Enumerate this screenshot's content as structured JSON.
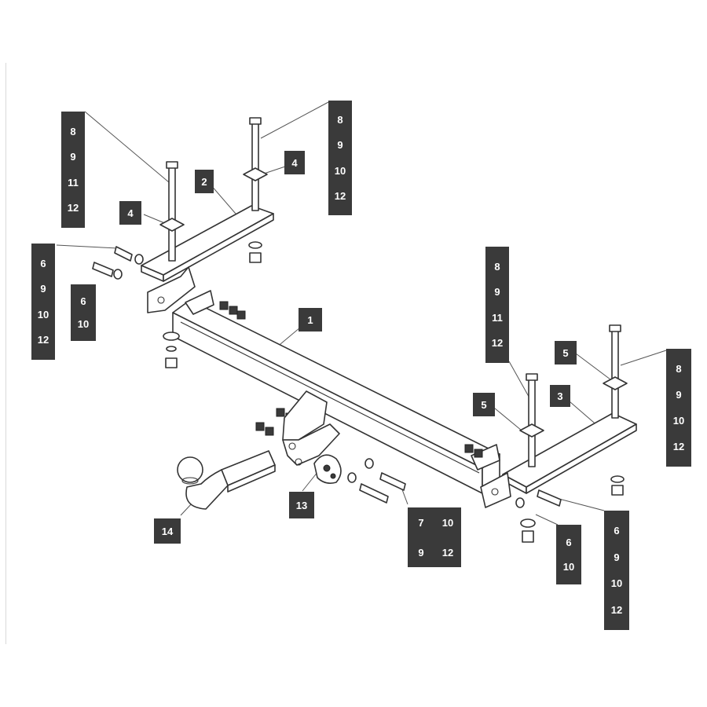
{
  "callouts": {
    "c1": "1",
    "c2": "2",
    "c3": "3",
    "c4a": "4",
    "c4b": "4",
    "c5a": "5",
    "c5b": "5",
    "c13": "13",
    "c14": "14",
    "left_washer": {
      "a": "6",
      "b": "10"
    },
    "right_washer": {
      "a": "6",
      "b": "10"
    }
  },
  "stacks": {
    "top_left": [
      "8",
      "9",
      "11",
      "12"
    ],
    "top_right": [
      "8",
      "9",
      "10",
      "12"
    ],
    "left_bolt": [
      "6",
      "9",
      "10",
      "12"
    ],
    "mid_right": [
      "8",
      "9",
      "11",
      "12"
    ],
    "far_right": [
      "8",
      "9",
      "10",
      "12"
    ],
    "bottom_right": [
      "6",
      "9",
      "10",
      "12"
    ]
  },
  "pin_grid": [
    "7",
    "10",
    "9",
    "12"
  ]
}
